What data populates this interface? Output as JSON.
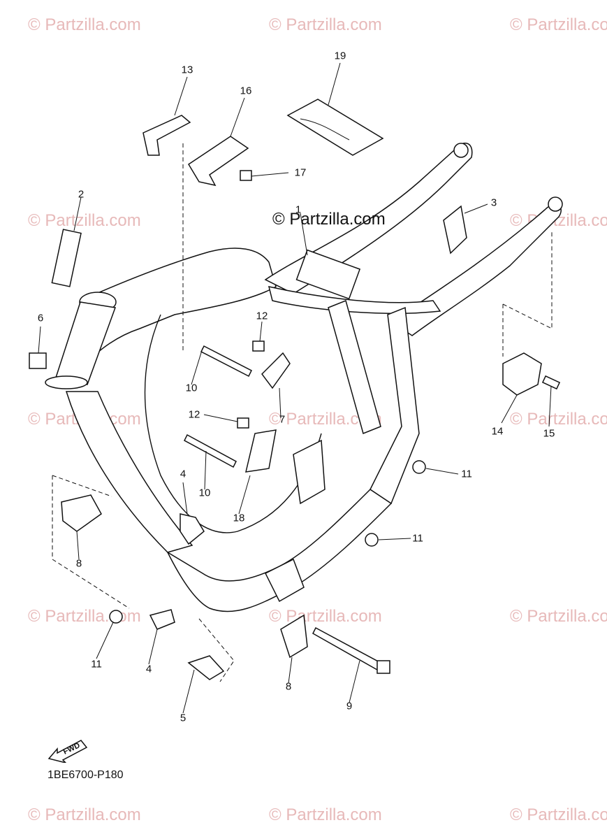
{
  "watermarks": [
    "© Partzilla.com",
    "© Partzilla.com",
    "© Partzilla.com",
    "© Partzilla.com",
    "© Partzilla.com",
    "© Partzilla.com",
    "© Partzilla.com",
    "© Partzilla.com",
    "© Partzilla.com",
    "© Partzilla.com",
    "© Partzilla.com",
    "© Partzilla.com",
    "© Partzilla.com",
    "© Partzilla.com"
  ],
  "brand_label": "© Partzilla.com",
  "callouts": [
    "19",
    "13",
    "16",
    "17",
    "2",
    "1",
    "3",
    "6",
    "12",
    "10",
    "12",
    "7",
    "14",
    "15",
    "10",
    "4",
    "18",
    "11",
    "8",
    "11",
    "11",
    "4",
    "8",
    "9",
    "5"
  ],
  "fwd_label": "FWD",
  "diagram_code": "1BE6700-P180"
}
